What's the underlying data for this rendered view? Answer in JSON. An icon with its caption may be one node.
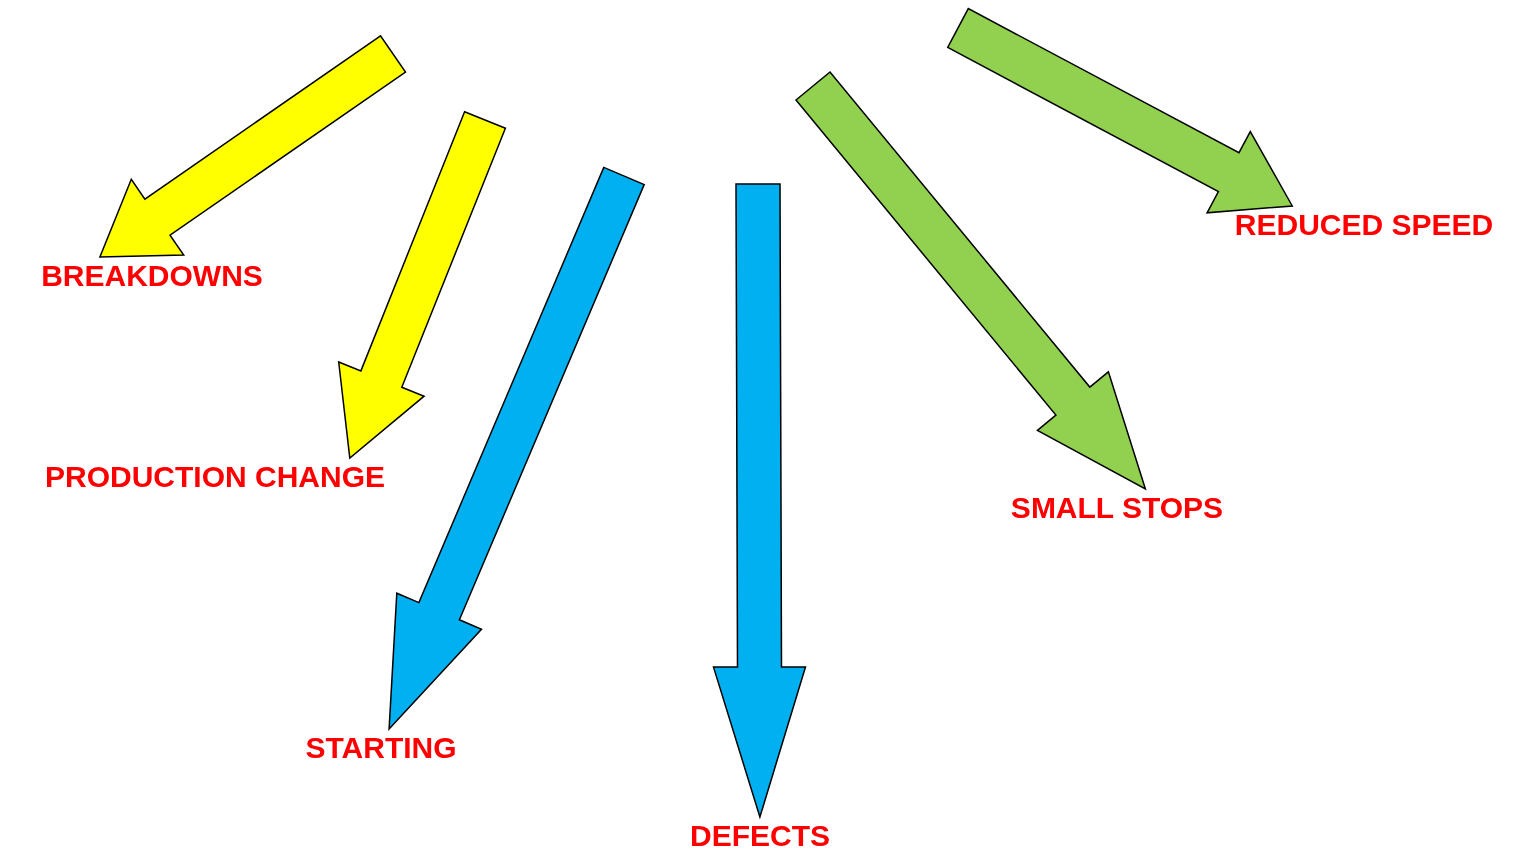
{
  "diagram": {
    "nodes": [
      {
        "text": [
          "BREAKDOWNS"
        ]
      },
      {
        "text": [
          "PRODUCTION CHANGE"
        ]
      },
      {
        "text": [
          "STARTING"
        ]
      },
      {
        "text": [
          "DEFECTS"
        ]
      },
      {
        "text": [
          "SMALL STOPS"
        ]
      },
      {
        "text": [
          "REDUCED SPEED"
        ]
      }
    ],
    "edges": [
      {
        "from": null,
        "to": 0,
        "arrow": "to",
        "color": "#ffff00"
      },
      {
        "from": null,
        "to": 1,
        "arrow": "to",
        "color": "#ffff00"
      },
      {
        "from": null,
        "to": 2,
        "arrow": "to",
        "color": "#00b0f0"
      },
      {
        "from": null,
        "to": 3,
        "arrow": "to",
        "color": "#00b0f0"
      },
      {
        "from": null,
        "to": 4,
        "arrow": "to",
        "color": "#92d050"
      },
      {
        "from": null,
        "to": 5,
        "arrow": "to",
        "color": "#92d050"
      }
    ]
  }
}
